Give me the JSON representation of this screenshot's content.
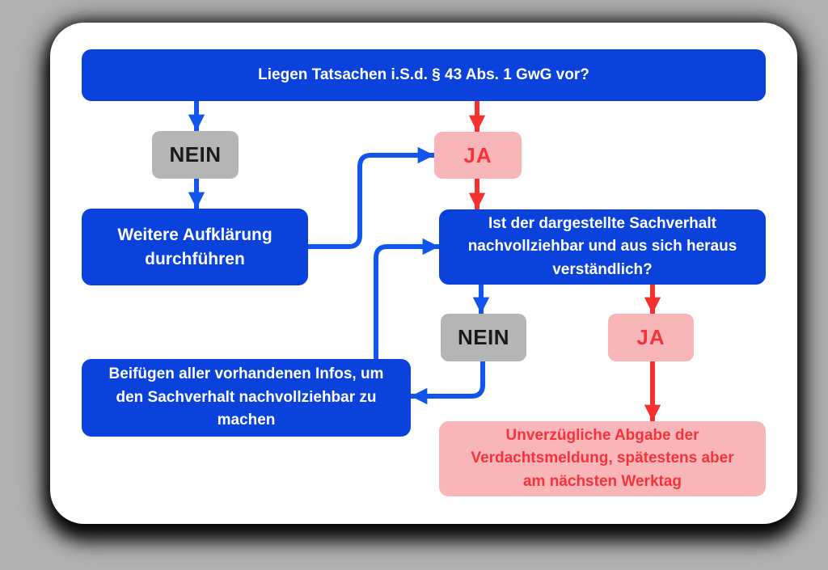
{
  "flowchart": {
    "nodes": {
      "q1": {
        "text": "Liegen Tatsachen i.S.d. § 43 Abs. 1 GwG vor?"
      },
      "nein1": {
        "text": "NEIN"
      },
      "ja1": {
        "text": "JA"
      },
      "weitere": {
        "lines": [
          "Weitere Aufklärung",
          "durchführen"
        ]
      },
      "q2": {
        "lines": [
          "Ist der dargestellte Sachverhalt",
          "nachvollziehbar und aus sich heraus",
          "verständlich?"
        ]
      },
      "nein2": {
        "text": "NEIN"
      },
      "ja2": {
        "text": "JA"
      },
      "beifuegen": {
        "lines": [
          "Beifügen aller vorhandenen Infos, um",
          "den Sachverhalt nachvollziehbar zu",
          "machen"
        ]
      },
      "abgabe": {
        "lines": [
          "Unverzügliche Abgabe der",
          "Verdachtsmeldung, spätestens aber",
          "am nächsten Werktag"
        ]
      }
    },
    "edges": [
      {
        "from": "q1",
        "to": "nein1",
        "color": "blue"
      },
      {
        "from": "q1",
        "to": "ja1",
        "color": "red"
      },
      {
        "from": "nein1",
        "to": "weitere",
        "color": "blue"
      },
      {
        "from": "ja1",
        "to": "q2",
        "color": "red"
      },
      {
        "from": "weitere",
        "to": "ja1",
        "color": "blue"
      },
      {
        "from": "q2",
        "to": "nein2",
        "color": "blue"
      },
      {
        "from": "q2",
        "to": "ja2",
        "color": "red"
      },
      {
        "from": "nein2",
        "to": "beifuegen",
        "color": "blue"
      },
      {
        "from": "beifuegen",
        "to": "q2",
        "color": "blue"
      },
      {
        "from": "ja2",
        "to": "abgabe",
        "color": "red"
      }
    ],
    "colors": {
      "box_blue": "#0A42DB",
      "arrow_blue": "#1155EC",
      "box_pink": "#F9B6B9",
      "text_red": "#F4333B",
      "arrow_red": "#F62F2F",
      "box_gray": "#B5B5B5",
      "text_dark": "#1A1A1A",
      "card": "#FFFFFF",
      "background": "#B3B3B3"
    }
  }
}
